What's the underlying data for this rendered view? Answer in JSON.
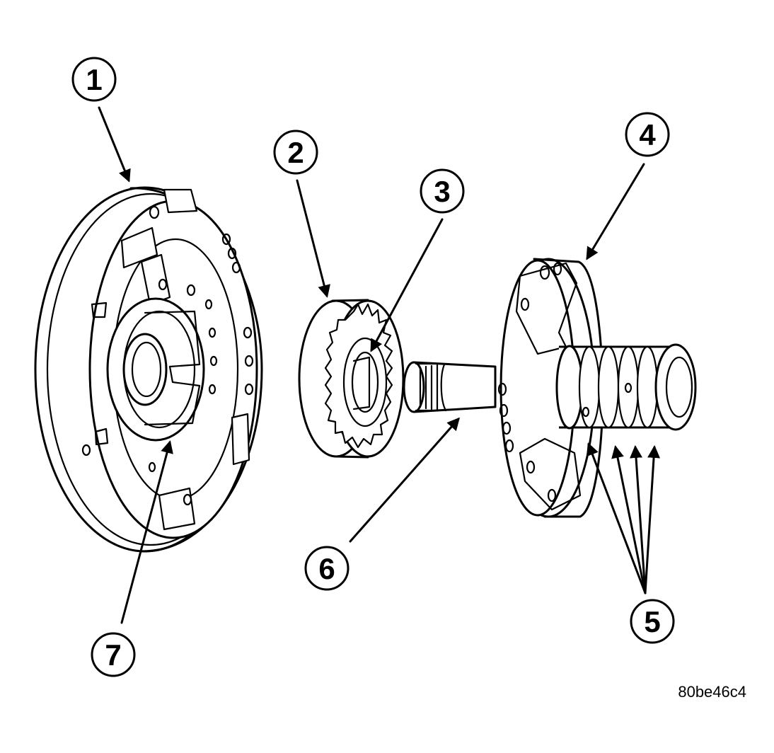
{
  "figure_code": "80be46c4",
  "callouts": [
    {
      "id": "1",
      "label": "1"
    },
    {
      "id": "2",
      "label": "2"
    },
    {
      "id": "3",
      "label": "3"
    },
    {
      "id": "4",
      "label": "4"
    },
    {
      "id": "5",
      "label": "5"
    },
    {
      "id": "6",
      "label": "6"
    },
    {
      "id": "7",
      "label": "7"
    }
  ]
}
